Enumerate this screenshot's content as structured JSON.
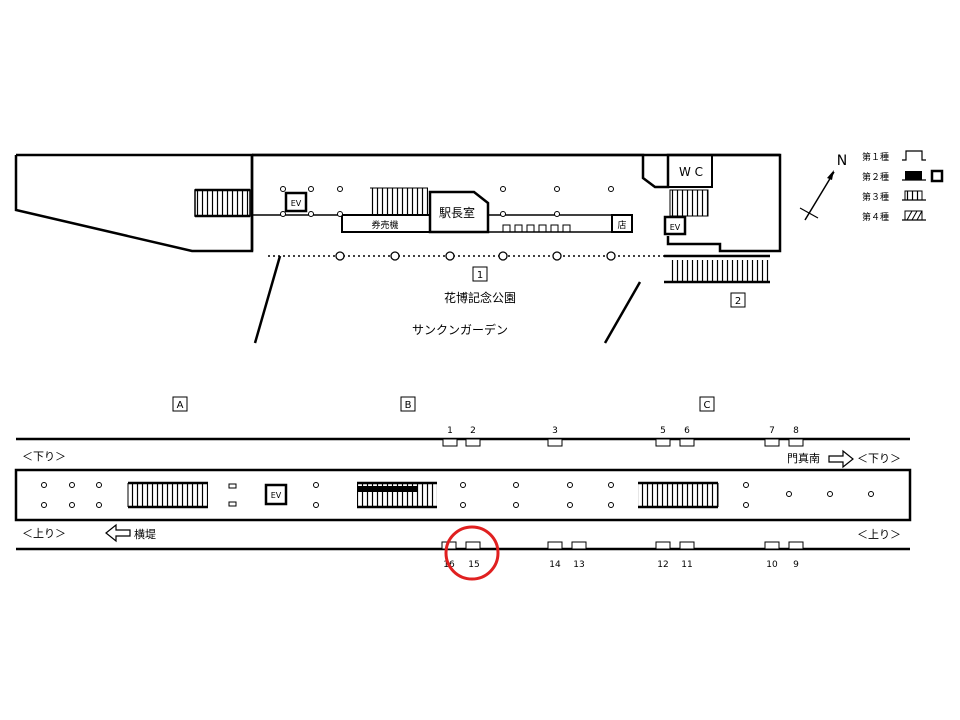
{
  "concourse": {
    "station_office": "駅長室",
    "ticket_machine": "券売機",
    "shop": "店",
    "wc": "W C",
    "ev": "EV",
    "exit_1": "1",
    "exit_2": "2",
    "park_name": "花博記念公園",
    "garden_name": "サンクンガーデン"
  },
  "legend": {
    "north": "N",
    "types": [
      "第１種",
      "第２種",
      "第３種",
      "第４種"
    ]
  },
  "platform": {
    "sections": [
      "A",
      "B",
      "C"
    ],
    "ev": "EV",
    "down_left": "＜下り＞",
    "down_right_dest": "門真南",
    "down_right": "＜下り＞",
    "up_left": "＜上り＞",
    "up_left_dest": "横堤",
    "up_right": "＜上り＞",
    "top_door_numbers": [
      "1",
      "2",
      "3",
      "5",
      "6",
      "7",
      "8"
    ],
    "bottom_door_numbers": [
      "16",
      "15",
      "14",
      "13",
      "12",
      "11",
      "10",
      "9"
    ]
  },
  "highlight": {
    "color": "#e02020"
  }
}
